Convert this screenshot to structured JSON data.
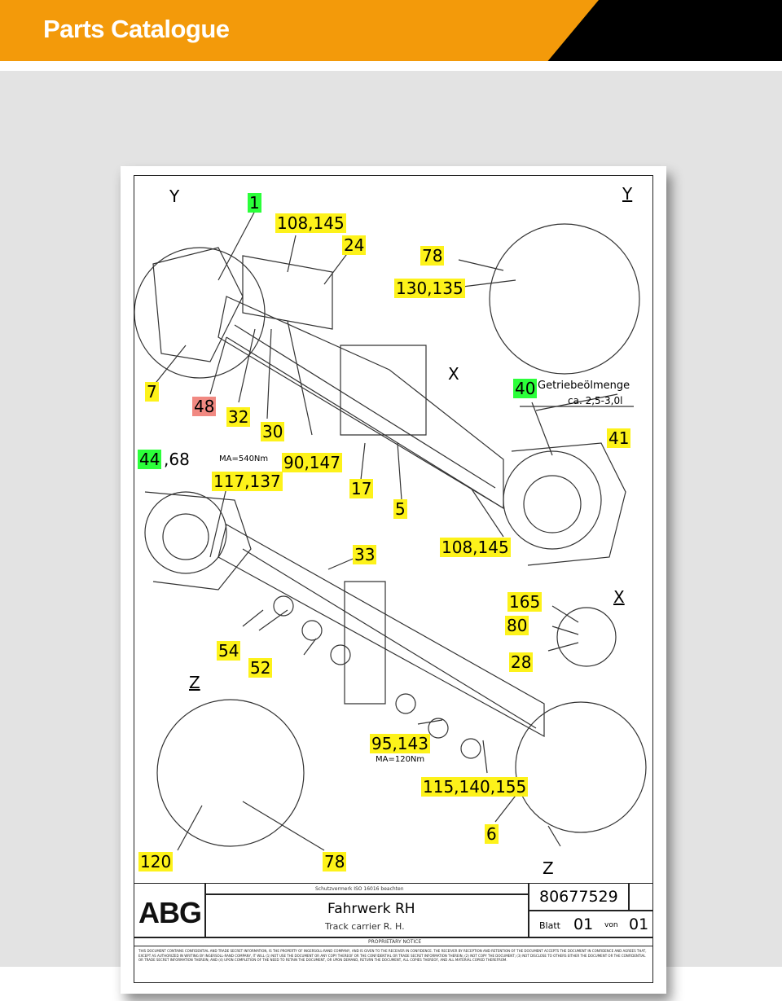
{
  "header": {
    "title": "Parts Catalogue"
  },
  "drawing": {
    "view_labels": {
      "y_left": "Y",
      "y_right": "Y",
      "x_top": "X",
      "x_right": "X",
      "z_left": "Z",
      "z_bottom": "Z"
    },
    "callouts": {
      "c1": "1",
      "c108_145_top": "108,145",
      "c24": "24",
      "c78_top": "78",
      "c130_135": "130,135",
      "c7": "7",
      "c48": "48",
      "c32": "32",
      "c30": "30",
      "c90_147": "90,147",
      "c17": "17",
      "c5": "5",
      "c40": "40",
      "c41": "41",
      "c44": "44",
      "c68": ",68",
      "c117_137": "117,137",
      "c108_145_bottom": "108,145",
      "c33": "33",
      "c165": "165",
      "c80": "80",
      "c28": "28",
      "c54": "54",
      "c52": "52",
      "c95_143": "95,143",
      "c115_140_155": "115,140,155",
      "c6": "6",
      "c120": "120",
      "c78_bottom": "78"
    },
    "notes": {
      "getriebe": "Getriebeölmenge",
      "getriebe_amount": "ca. 2,5-3,0l",
      "torque_top": "MA=540Nm",
      "torque_bottom": "MA=120Nm"
    }
  },
  "title_block": {
    "company": "ABG",
    "protection_note": "Schutzvermerk ISO 16016 beachten",
    "title_de": "Fahrwerk RH",
    "title_en": "Track carrier R. H.",
    "part_number": "80677529",
    "sheet_label": "Blatt",
    "sheet_no": "01",
    "of_label": "von",
    "sheet_total": "01",
    "proprietary_heading": "PROPRIETARY NOTICE",
    "proprietary_text": "THIS DOCUMENT CONTAINS CONFIDENTIAL AND TRADE SECRET INFORMATION, IS THE PROPERTY OF INGERSOLL-RAND COMPANY, AND IS GIVEN TO THE RECEIVER IN CONFIDENCE. THE RECEIVER BY RECEPTION AND RETENTION OF THE DOCUMENT ACCEPTS THE DOCUMENT IN CONFIDENCE AND AGREES THAT, EXCEPT AS AUTHORIZED IN WRITING BY INGERSOLL-RAND COMPANY, IT WILL (1) NOT USE THE DOCUMENT OR ANY COPY THEREOF OR THE CONFIDENTIAL OR TRADE SECRET INFORMATION THEREIN; (2) NOT COPY THE DOCUMENT; (3) NOT DISCLOSE TO OTHERS EITHER THE DOCUMENT OR THE CONFIDENTIAL OR TRADE SECRET INFORMATION THEREIN; AND (4) UPON COMPLETION OF THE NEED TO RETAIN THE DOCUMENT, OR UPON DEMAND, RETURN THE DOCUMENT, ALL COPIES THEREOF, AND ALL MATERIAL COPIED THEREFROM."
  }
}
